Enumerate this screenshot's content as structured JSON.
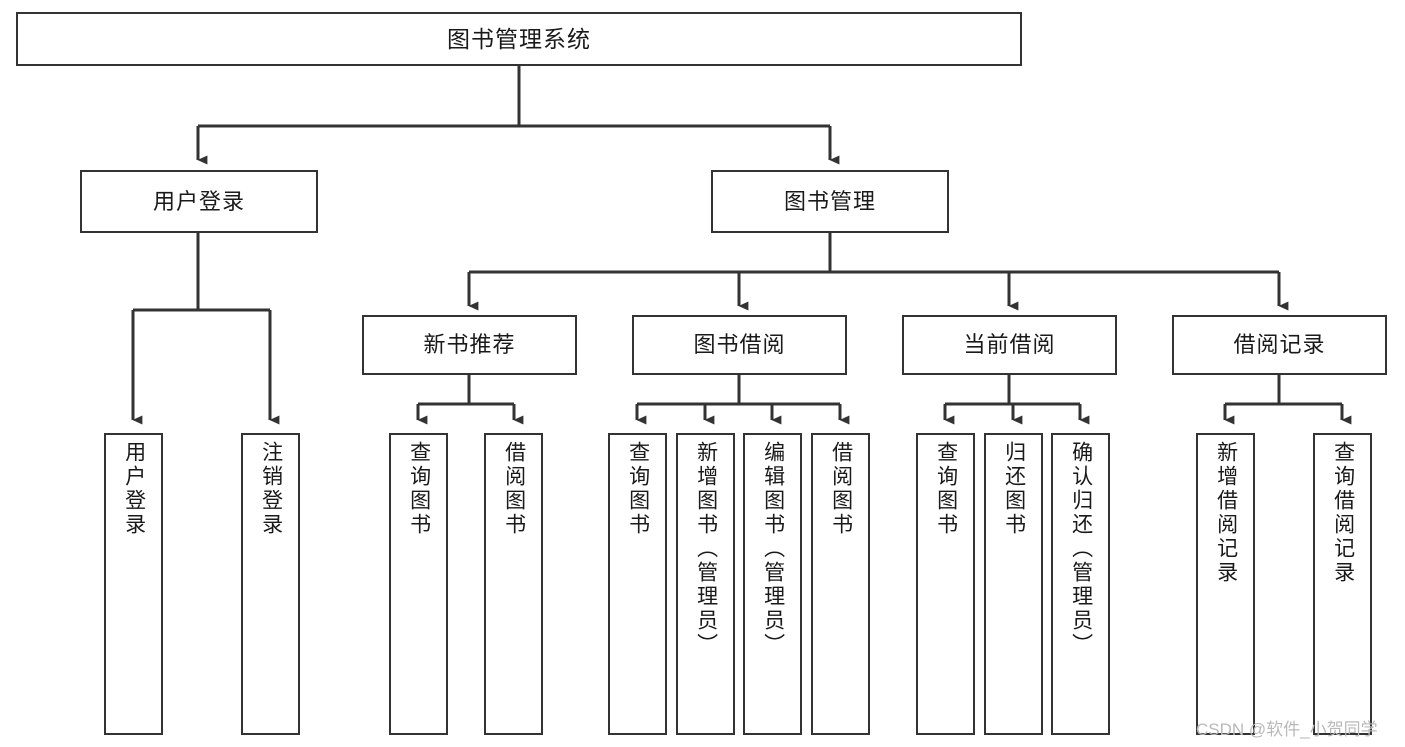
{
  "diagram": {
    "title": "图书管理系统",
    "type": "hierarchy-tree",
    "orientation": "top-down",
    "colors": {
      "box_border": "#333333",
      "box_fill": "#ffffff",
      "connector": "#333333",
      "text": "#1a1a1a",
      "background": "#ffffff",
      "watermark": "#b9b9b9"
    },
    "nodes": {
      "root": {
        "label": "图书管理系统"
      },
      "level2": [
        {
          "label": "用户登录"
        },
        {
          "label": "图书管理"
        }
      ],
      "level3": [
        {
          "label": "新书推荐"
        },
        {
          "label": "图书借阅"
        },
        {
          "label": "当前借阅"
        },
        {
          "label": "借阅记录"
        }
      ],
      "leaves": {
        "user_login": [
          {
            "label": "用户登录"
          },
          {
            "label": "注销登录"
          }
        ],
        "new_book_recommend": [
          {
            "label": "查询图书"
          },
          {
            "label": "借阅图书"
          }
        ],
        "book_borrow": [
          {
            "label": "查询图书"
          },
          {
            "label": "新增图书（管理员）"
          },
          {
            "label": "编辑图书（管理员）"
          },
          {
            "label": "借阅图书"
          }
        ],
        "current_borrow": [
          {
            "label": "查询图书"
          },
          {
            "label": "归还图书"
          },
          {
            "label": "确认归还（管理员）"
          }
        ],
        "borrow_record": [
          {
            "label": "新增借阅记录"
          },
          {
            "label": "查询借阅记录"
          }
        ]
      }
    },
    "watermark": "CSDN @软件_小贺同学"
  }
}
